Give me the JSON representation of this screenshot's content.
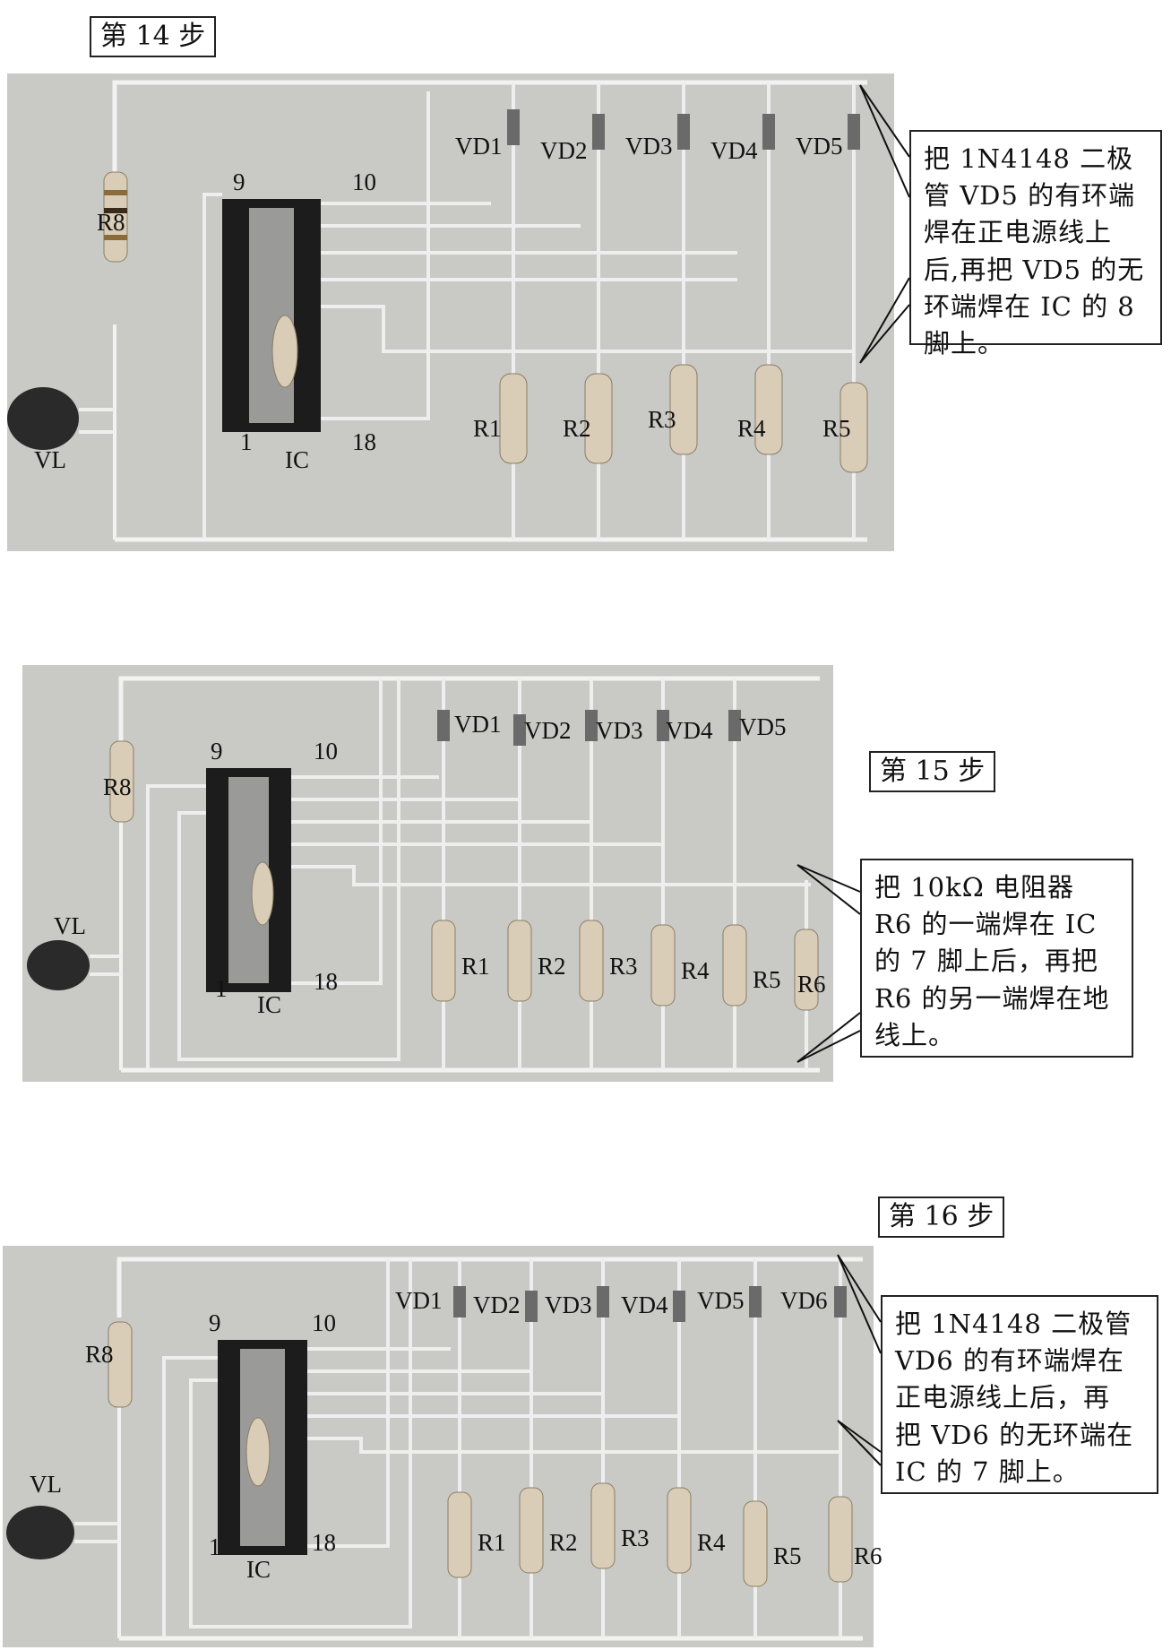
{
  "steps": [
    {
      "label": "第 14 步",
      "callout_lines": [
        "把 1N4148 二极",
        "管 VD5 的有环端",
        "焊在正电源线上",
        "后,再把 VD5 的无",
        "环端焊在 IC 的 8",
        "脚上。"
      ],
      "photo_labels": {
        "R8": "R8",
        "VL": "VL",
        "IC": "IC",
        "pin9": "9",
        "pin10": "10",
        "pin1": "1",
        "pin18": "18",
        "diodes": [
          "VD1",
          "VD2",
          "VD3",
          "VD4",
          "VD5"
        ],
        "resistors": [
          "R1",
          "R2",
          "R3",
          "R4",
          "R5"
        ]
      }
    },
    {
      "label": "第 15 步",
      "callout_lines": [
        "把 10kΩ 电阻器",
        "R6 的一端焊在 IC",
        "的 7 脚上后，再把",
        "R6 的另一端焊在地",
        "线上。"
      ],
      "photo_labels": {
        "R8": "R8",
        "VL": "VL",
        "IC": "IC",
        "pin9": "9",
        "pin10": "10",
        "pin1": "1",
        "pin18": "18",
        "diodes": [
          "VD1",
          "VD2",
          "VD3",
          "VD4",
          "VD5"
        ],
        "resistors": [
          "R1",
          "R2",
          "R3",
          "R4",
          "R5",
          "R6"
        ]
      }
    },
    {
      "label": "第 16 步",
      "callout_lines": [
        "把 1N4148 二极管",
        "VD6 的有环端焊在",
        "正电源线上后，再",
        "把 VD6 的无环端在",
        "IC 的 7 脚上。"
      ],
      "photo_labels": {
        "R8": "R8",
        "VL": "VL",
        "IC": "IC",
        "pin9": "9",
        "pin10": "10",
        "pin1": "1",
        "pin18": "18",
        "diodes": [
          "VD1",
          "VD2",
          "VD3",
          "VD4",
          "VD5",
          "VD6"
        ],
        "resistors": [
          "R1",
          "R2",
          "R3",
          "R4",
          "R5",
          "R6"
        ]
      }
    }
  ]
}
